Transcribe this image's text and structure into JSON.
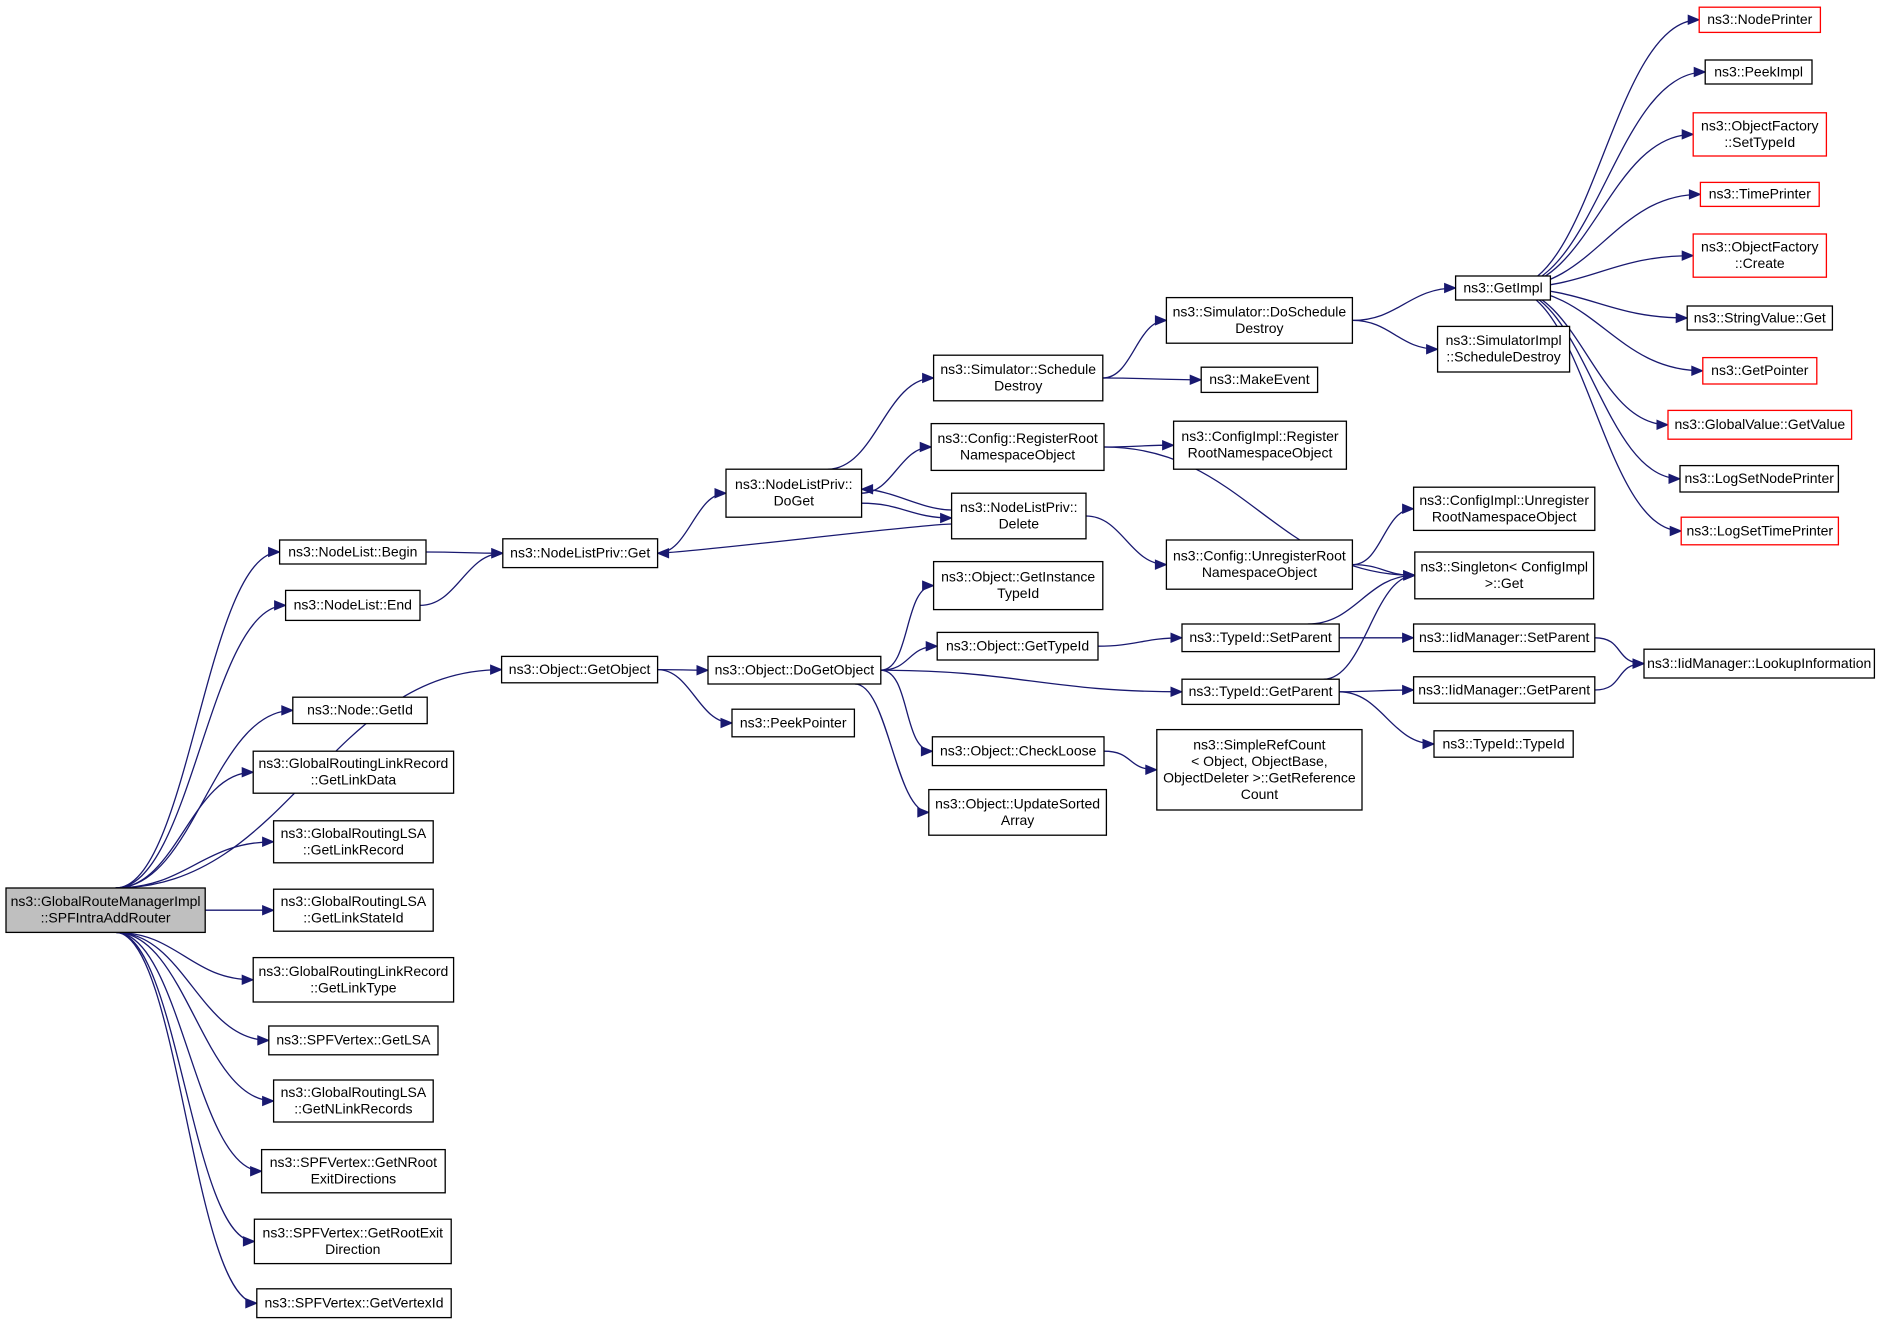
{
  "graph": {
    "nodes": [
      {
        "id": "root",
        "lines": [
          "ns3::GlobalRouteManagerImpl",
          "::SPFIntraAddRouter"
        ],
        "style": "root"
      },
      {
        "id": "nl_begin",
        "lines": [
          "ns3::NodeList::Begin"
        ]
      },
      {
        "id": "nl_end",
        "lines": [
          "ns3::NodeList::End"
        ]
      },
      {
        "id": "obj_getobject",
        "lines": [
          "ns3::Object::GetObject"
        ]
      },
      {
        "id": "node_getid",
        "lines": [
          "ns3::Node::GetId"
        ]
      },
      {
        "id": "grlr_getlinkdata",
        "lines": [
          "ns3::GlobalRoutingLinkRecord",
          "::GetLinkData"
        ]
      },
      {
        "id": "grlsa_getlinkrecord",
        "lines": [
          "ns3::GlobalRoutingLSA",
          "::GetLinkRecord"
        ]
      },
      {
        "id": "grlsa_getlinkstateid",
        "lines": [
          "ns3::GlobalRoutingLSA",
          "::GetLinkStateId"
        ]
      },
      {
        "id": "grlr_getlinktype",
        "lines": [
          "ns3::GlobalRoutingLinkRecord",
          "::GetLinkType"
        ]
      },
      {
        "id": "spf_getlsa",
        "lines": [
          "ns3::SPFVertex::GetLSA"
        ]
      },
      {
        "id": "grlsa_getnlinkrecords",
        "lines": [
          "ns3::GlobalRoutingLSA",
          "::GetNLinkRecords"
        ]
      },
      {
        "id": "spf_getnroot",
        "lines": [
          "ns3::SPFVertex::GetNRoot",
          "ExitDirections"
        ]
      },
      {
        "id": "spf_getrootexit",
        "lines": [
          "ns3::SPFVertex::GetRootExit",
          "Direction"
        ]
      },
      {
        "id": "spf_getvertexid",
        "lines": [
          "ns3::SPFVertex::GetVertexId"
        ]
      },
      {
        "id": "nlp_get",
        "lines": [
          "ns3::NodeListPriv::Get"
        ]
      },
      {
        "id": "nlp_doget",
        "lines": [
          "ns3::NodeListPriv::",
          "DoGet"
        ]
      },
      {
        "id": "nlp_delete",
        "lines": [
          "ns3::NodeListPriv::",
          "Delete"
        ]
      },
      {
        "id": "sim_scheduledestroy",
        "lines": [
          "ns3::Simulator::Schedule",
          "Destroy"
        ]
      },
      {
        "id": "cfg_registerroot",
        "lines": [
          "ns3::Config::RegisterRoot",
          "NamespaceObject"
        ]
      },
      {
        "id": "sim_doscheduledestroy",
        "lines": [
          "ns3::Simulator::DoSchedule",
          "Destroy"
        ]
      },
      {
        "id": "makeevent",
        "lines": [
          "ns3::MakeEvent"
        ]
      },
      {
        "id": "cfgimpl_register",
        "lines": [
          "ns3::ConfigImpl::Register",
          "RootNamespaceObject"
        ]
      },
      {
        "id": "cfg_unregisterroot",
        "lines": [
          "ns3::Config::UnregisterRoot",
          "NamespaceObject"
        ]
      },
      {
        "id": "getimpl",
        "lines": [
          "ns3::GetImpl"
        ]
      },
      {
        "id": "simimpl_scheduledestroy",
        "lines": [
          "ns3::SimulatorImpl",
          "::ScheduleDestroy"
        ]
      },
      {
        "id": "cfgimpl_unregister",
        "lines": [
          "ns3::ConfigImpl::Unregister",
          "RootNamespaceObject"
        ]
      },
      {
        "id": "singleton_get",
        "lines": [
          "ns3::Singleton< ConfigImpl",
          ">::Get"
        ]
      },
      {
        "id": "nodeprinter",
        "lines": [
          "ns3::NodePrinter"
        ],
        "style": "red"
      },
      {
        "id": "peekimpl",
        "lines": [
          "ns3::PeekImpl"
        ]
      },
      {
        "id": "of_settypeid",
        "lines": [
          "ns3::ObjectFactory",
          "::SetTypeId"
        ],
        "style": "red"
      },
      {
        "id": "timeprinter",
        "lines": [
          "ns3::TimePrinter"
        ],
        "style": "red"
      },
      {
        "id": "of_create",
        "lines": [
          "ns3::ObjectFactory",
          "::Create"
        ],
        "style": "red"
      },
      {
        "id": "stringvalue_get",
        "lines": [
          "ns3::StringValue::Get"
        ]
      },
      {
        "id": "getpointer",
        "lines": [
          "ns3::GetPointer"
        ],
        "style": "red"
      },
      {
        "id": "gv_getvalue",
        "lines": [
          "ns3::GlobalValue::GetValue"
        ],
        "style": "red"
      },
      {
        "id": "logsetnodeprinter",
        "lines": [
          "ns3::LogSetNodePrinter"
        ]
      },
      {
        "id": "logsettimeprinter",
        "lines": [
          "ns3::LogSetTimePrinter"
        ],
        "style": "red"
      },
      {
        "id": "obj_dogetobject",
        "lines": [
          "ns3::Object::DoGetObject"
        ]
      },
      {
        "id": "peekpointer",
        "lines": [
          "ns3::PeekPointer"
        ]
      },
      {
        "id": "obj_getinstancetypeid",
        "lines": [
          "ns3::Object::GetInstance",
          "TypeId"
        ]
      },
      {
        "id": "obj_gettypeid",
        "lines": [
          "ns3::Object::GetTypeId"
        ]
      },
      {
        "id": "obj_checkloose",
        "lines": [
          "ns3::Object::CheckLoose"
        ]
      },
      {
        "id": "obj_updatesorted",
        "lines": [
          "ns3::Object::UpdateSorted",
          "Array"
        ]
      },
      {
        "id": "typeid_setparent",
        "lines": [
          "ns3::TypeId::SetParent"
        ]
      },
      {
        "id": "typeid_getparent",
        "lines": [
          "ns3::TypeId::GetParent"
        ]
      },
      {
        "id": "simplerefcount",
        "lines": [
          "ns3::SimpleRefCount",
          "< Object, ObjectBase,",
          "ObjectDeleter >::GetReference",
          "Count"
        ]
      },
      {
        "id": "iid_setparent",
        "lines": [
          "ns3::IidManager::SetParent"
        ]
      },
      {
        "id": "iid_getparent",
        "lines": [
          "ns3::IidManager::GetParent"
        ]
      },
      {
        "id": "typeid_typeid",
        "lines": [
          "ns3::TypeId::TypeId"
        ]
      },
      {
        "id": "iid_lookupinfo",
        "lines": [
          "ns3::IidManager::LookupInformation"
        ]
      }
    ],
    "edges": [
      [
        "root",
        "nl_begin"
      ],
      [
        "root",
        "nl_end"
      ],
      [
        "root",
        "obj_getobject"
      ],
      [
        "root",
        "node_getid"
      ],
      [
        "root",
        "grlr_getlinkdata"
      ],
      [
        "root",
        "grlsa_getlinkrecord"
      ],
      [
        "root",
        "grlsa_getlinkstateid"
      ],
      [
        "root",
        "grlr_getlinktype"
      ],
      [
        "root",
        "spf_getlsa"
      ],
      [
        "root",
        "grlsa_getnlinkrecords"
      ],
      [
        "root",
        "spf_getnroot"
      ],
      [
        "root",
        "spf_getrootexit"
      ],
      [
        "root",
        "spf_getvertexid"
      ],
      [
        "nl_begin",
        "nlp_get"
      ],
      [
        "nl_end",
        "nlp_get"
      ],
      [
        "nlp_get",
        "nlp_doget"
      ],
      [
        "nlp_doget",
        "sim_scheduledestroy"
      ],
      [
        "nlp_doget",
        "cfg_registerroot"
      ],
      [
        "nlp_doget",
        "nlp_delete"
      ],
      [
        "nlp_delete",
        "nlp_doget"
      ],
      [
        "nlp_delete",
        "nlp_get"
      ],
      [
        "nlp_delete",
        "cfg_unregisterroot"
      ],
      [
        "sim_scheduledestroy",
        "sim_doscheduledestroy"
      ],
      [
        "sim_scheduledestroy",
        "makeevent"
      ],
      [
        "sim_doscheduledestroy",
        "getimpl"
      ],
      [
        "sim_doscheduledestroy",
        "simimpl_scheduledestroy"
      ],
      [
        "cfg_registerroot",
        "cfgimpl_register"
      ],
      [
        "cfg_registerroot",
        "singleton_get"
      ],
      [
        "cfg_unregisterroot",
        "cfgimpl_unregister"
      ],
      [
        "cfg_unregisterroot",
        "singleton_get"
      ],
      [
        "getimpl",
        "nodeprinter"
      ],
      [
        "getimpl",
        "peekimpl"
      ],
      [
        "getimpl",
        "of_settypeid"
      ],
      [
        "getimpl",
        "timeprinter"
      ],
      [
        "getimpl",
        "of_create"
      ],
      [
        "getimpl",
        "stringvalue_get"
      ],
      [
        "getimpl",
        "getpointer"
      ],
      [
        "getimpl",
        "gv_getvalue"
      ],
      [
        "getimpl",
        "logsetnodeprinter"
      ],
      [
        "getimpl",
        "logsettimeprinter"
      ],
      [
        "obj_getobject",
        "obj_dogetobject"
      ],
      [
        "obj_getobject",
        "peekpointer"
      ],
      [
        "obj_dogetobject",
        "obj_getinstancetypeid"
      ],
      [
        "obj_dogetobject",
        "obj_gettypeid"
      ],
      [
        "obj_dogetobject",
        "typeid_getparent"
      ],
      [
        "obj_dogetobject",
        "obj_checkloose"
      ],
      [
        "obj_dogetobject",
        "obj_updatesorted"
      ],
      [
        "obj_gettypeid",
        "typeid_setparent"
      ],
      [
        "typeid_setparent",
        "singleton_get"
      ],
      [
        "typeid_setparent",
        "iid_setparent"
      ],
      [
        "typeid_getparent",
        "singleton_get"
      ],
      [
        "typeid_getparent",
        "iid_getparent"
      ],
      [
        "typeid_getparent",
        "typeid_typeid"
      ],
      [
        "iid_setparent",
        "iid_lookupinfo"
      ],
      [
        "iid_getparent",
        "iid_lookupinfo"
      ],
      [
        "obj_checkloose",
        "simplerefcount"
      ]
    ]
  },
  "colors": {
    "edge": "#191970",
    "box_border": "#000000",
    "box_border_highlight": "#ff0000",
    "root_fill": "#bfbfbf",
    "fill": "#ffffff"
  }
}
